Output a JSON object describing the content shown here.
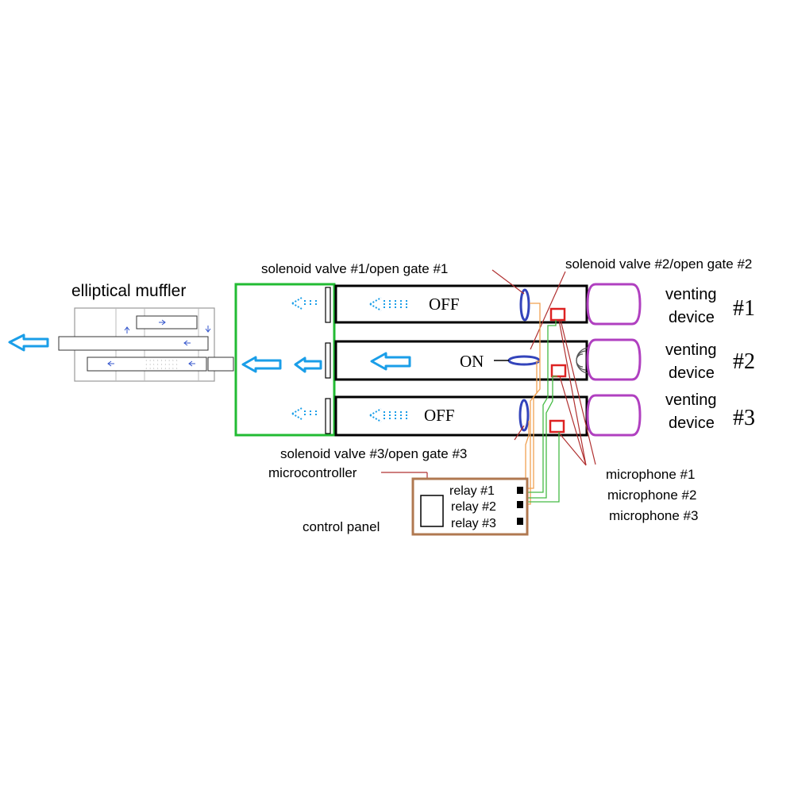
{
  "labels": {
    "muffler": "elliptical muffler",
    "valve1": "solenoid valve #1/open gate #1",
    "valve2": "solenoid valve #2/open gate #2",
    "valve3": "solenoid valve #3/open gate #3",
    "microcontroller": "microcontroller",
    "control_panel": "control panel"
  },
  "pipes": [
    {
      "state": "OFF",
      "device_line1": "venting",
      "device_line2": "device",
      "device_num": "#1"
    },
    {
      "state": "ON",
      "device_line1": "venting",
      "device_line2": "device",
      "device_num": "#2"
    },
    {
      "state": "OFF",
      "device_line1": "venting",
      "device_line2": "device",
      "device_num": "#3"
    }
  ],
  "relays": [
    "relay #1",
    "relay #2",
    "relay #3"
  ],
  "microphones": [
    "microphone #1",
    "microphone #2",
    "microphone #3"
  ],
  "colors": {
    "flow_arrow": "#1a9ee8",
    "manifold": "#22bb33",
    "venting_device": "#b040c0",
    "valve": "#3344bb",
    "microphone": "#dd2222",
    "control_panel": "#b07850",
    "wire_orange": "#f0a050",
    "wire_green": "#44bb44",
    "leader_line": "#b03030"
  }
}
